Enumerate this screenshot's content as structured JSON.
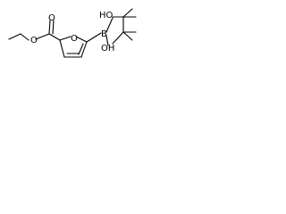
{
  "molecule": {
    "atoms": {
      "carbonyl_o": "O",
      "ester_o": "O",
      "ring_o": "O",
      "boron": "B",
      "boron_oh": "OH",
      "tert_oh": "HO"
    }
  }
}
